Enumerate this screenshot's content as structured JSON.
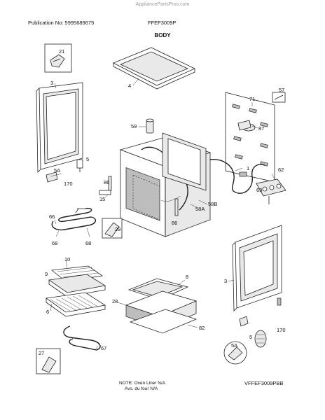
{
  "header": {
    "watermark": "AppliancePartsPros.com",
    "publication": "Publication No: 5995689675",
    "model": "FFEF3009P",
    "section": "BODY"
  },
  "callouts": [
    "21",
    "3",
    "4",
    "71",
    "57",
    "59",
    "87",
    "5",
    "5A",
    "170",
    "86",
    "1",
    "62",
    "63",
    "15",
    "66",
    "58A",
    "58B",
    "86",
    "29",
    "68",
    "68",
    "3",
    "10",
    "9",
    "8",
    "28",
    "6",
    "82",
    "5",
    "5A",
    "170",
    "27",
    "67"
  ],
  "footer": {
    "note_line1": "NOTE: Oven Liner N/A",
    "note_line2": "Avs. du four N/A",
    "drawing_code": "VFFEF3009PBB"
  }
}
